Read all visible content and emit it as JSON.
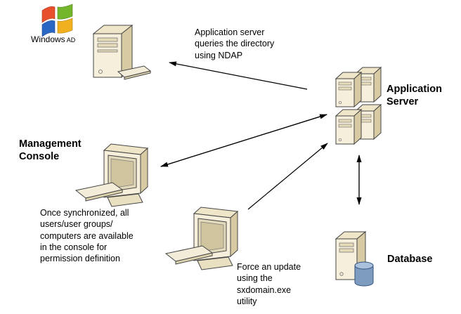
{
  "diagram": {
    "nodes": {
      "windows": {
        "label": "Windows",
        "suffix": "AD"
      },
      "management_console": {
        "label": "Management\nConsole"
      },
      "application_server": {
        "label": "Application\nServer"
      },
      "database": {
        "label": "Database"
      }
    },
    "annotations": {
      "ndap": "Application server\nqueries the directory\nusing NDAP",
      "synchronized": "Once synchronized, all\nusers/user groups/\ncomputers are available\nin the console for\npermission definition",
      "force_update": "Force an update\nusing the\nsxdomain.exe\nutility"
    },
    "icons": [
      "windows-logo-icon",
      "ad-server-icon",
      "management-console-icon",
      "workstation-icon",
      "application-server-icon",
      "database-icon"
    ],
    "colors": {
      "icon_front": "#f6efdb",
      "icon_top": "#efe6c9",
      "icon_side": "#d8cba4",
      "outline": "#444444",
      "screen": "#cfc49e",
      "database_cylinder": "#7d9cc0",
      "database_cylinder_top": "#a9c1dd",
      "windows_red": "#e8502d",
      "windows_green": "#73b62c",
      "windows_blue": "#2a66c4",
      "windows_yellow": "#f0b01f",
      "arrow": "#000000"
    }
  }
}
